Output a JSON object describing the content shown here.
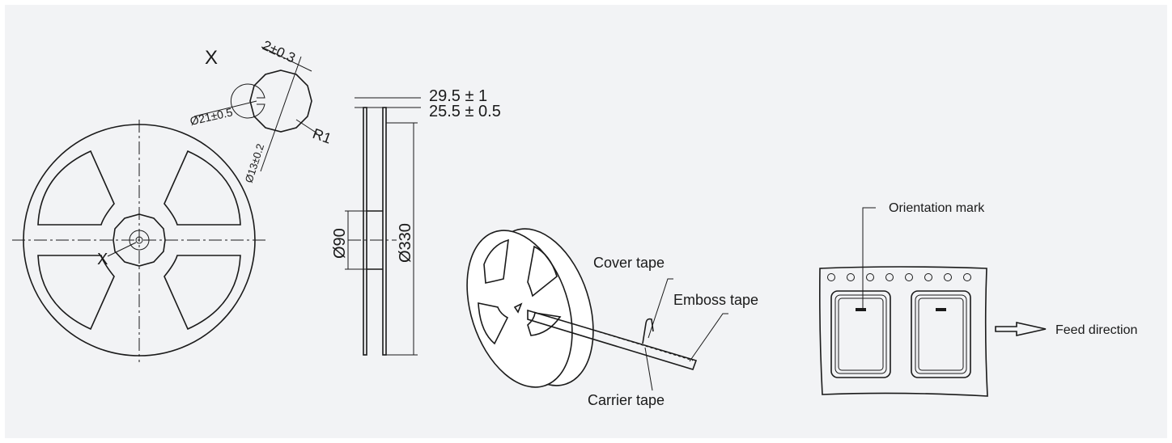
{
  "view_label": "X",
  "detail_marker": "X",
  "dims": {
    "slot_width": "2±0.3",
    "hub_outer": "Ø21±0.5",
    "hub_inner": "Ø13±0.2",
    "radius": "R1",
    "width_outer": "29.5 ± 1",
    "width_inner": "25.5 ± 0.5",
    "hub_dia": "Ø90",
    "reel_dia": "Ø330"
  },
  "labels": {
    "cover_tape": "Cover tape",
    "emboss_tape": "Emboss tape",
    "carrier_tape": "Carrier tape",
    "orientation_mark": "Orientation mark",
    "feed_direction": "Feed direction"
  },
  "colors": {
    "background": "#f2f3f5",
    "line": "#1a1a1a"
  }
}
